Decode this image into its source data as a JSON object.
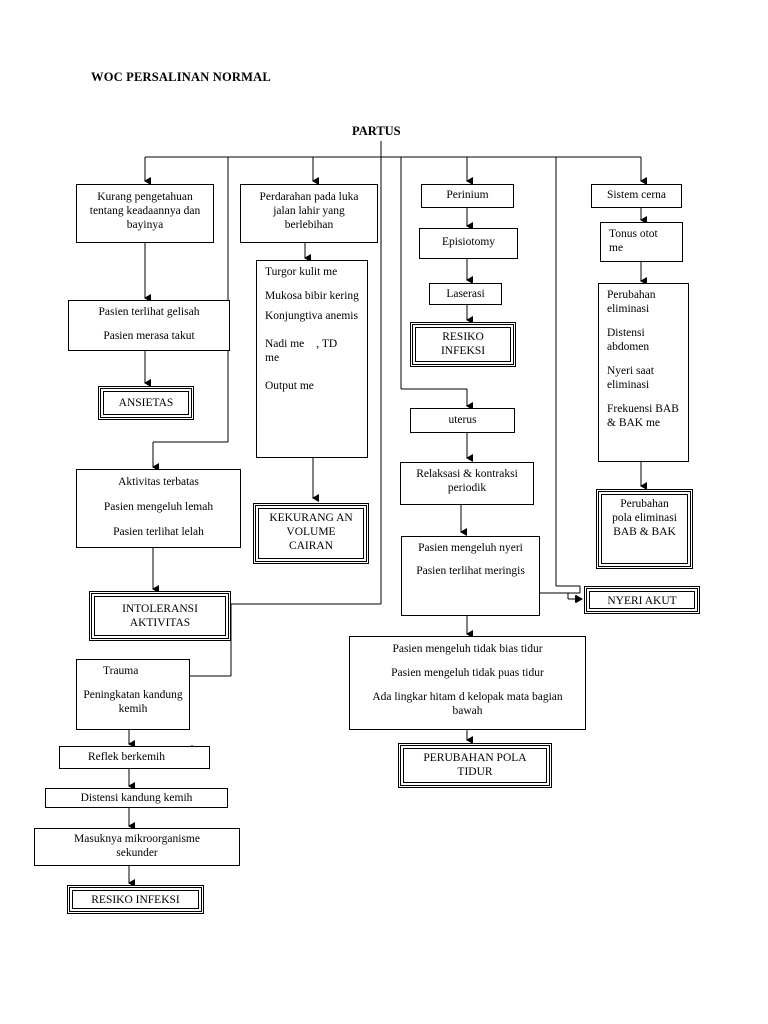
{
  "title": "WOC PERSALINAN NORMAL",
  "root": "PARTUS",
  "nodes": {
    "kurang_pengetahuan": "Kurang pengetahuan tentang keadaannya dan bayinya",
    "gelisah": "Pasien terlihat gelisah",
    "takut": "Pasien merasa takut",
    "ansietas": "ANSIETAS",
    "aktivitas_terbatas": "Aktivitas terbatas",
    "mengeluh_lemah": "Pasien mengeluh lemah",
    "terlihat_lelah": "Pasien terlihat lelah",
    "intoleransi": "INTOLERANSI AKTIVITAS",
    "trauma": "Trauma",
    "peningkatan_kk": "Peningkatan kandung kemih",
    "reflek": "Reflek berkemih",
    "distensi_kk": "Distensi kandung kemih",
    "mikroorganisme": "Masuknya mikroorganisme sekunder",
    "resiko_infeksi_1": "RESIKO INFEKSI",
    "perdarahan": "Perdarahan pada luka jalan lahir yang berlebihan",
    "turgor": "Turgor kulit me",
    "mukosa": "Mukosa bibir kering",
    "konjungtiva": "Konjungtiva anemis",
    "nadi": "Nadi me",
    "td": ", TD",
    "me": "me",
    "output": "Output me",
    "kekurangan": "KEKURANG AN VOLUME CAIRAN",
    "perinium": "Perinium",
    "episiotomy": "Episiotomy",
    "laserasi": "Laserasi",
    "resiko_infeksi_2": "RESIKO INFEKSI",
    "uterus": "uterus",
    "relaksasi": "Relaksasi & kontraksi periodik",
    "mengeluh_nyeri": "Pasien mengeluh nyeri",
    "meringis": "Pasien terlihat meringis",
    "nyeri_akut": "NYERI AKUT",
    "tidak_bisa_tidur": "Pasien mengeluh tidak bias tidur",
    "tidak_puas_tidur": "Pasien mengeluh tidak puas tidur",
    "lingkar_hitam": "Ada lingkar hitam d kelopak mata bagian bawah",
    "perubahan_pola_tidur": "PERUBAHAN POLA TIDUR",
    "sistem_cerna": "Sistem cerna",
    "tonus": "Tonus otot me",
    "perubahan_eliminasi": "Perubahan eliminasi",
    "distensi_abdomen": "Distensi abdomen",
    "nyeri_eliminasi": "Nyeri saat eliminasi",
    "frekuensi": "Frekuensi BAB & BAK me",
    "perubahan_pola_eliminasi": "Perubahan pola eliminasi BAB & BAK"
  }
}
